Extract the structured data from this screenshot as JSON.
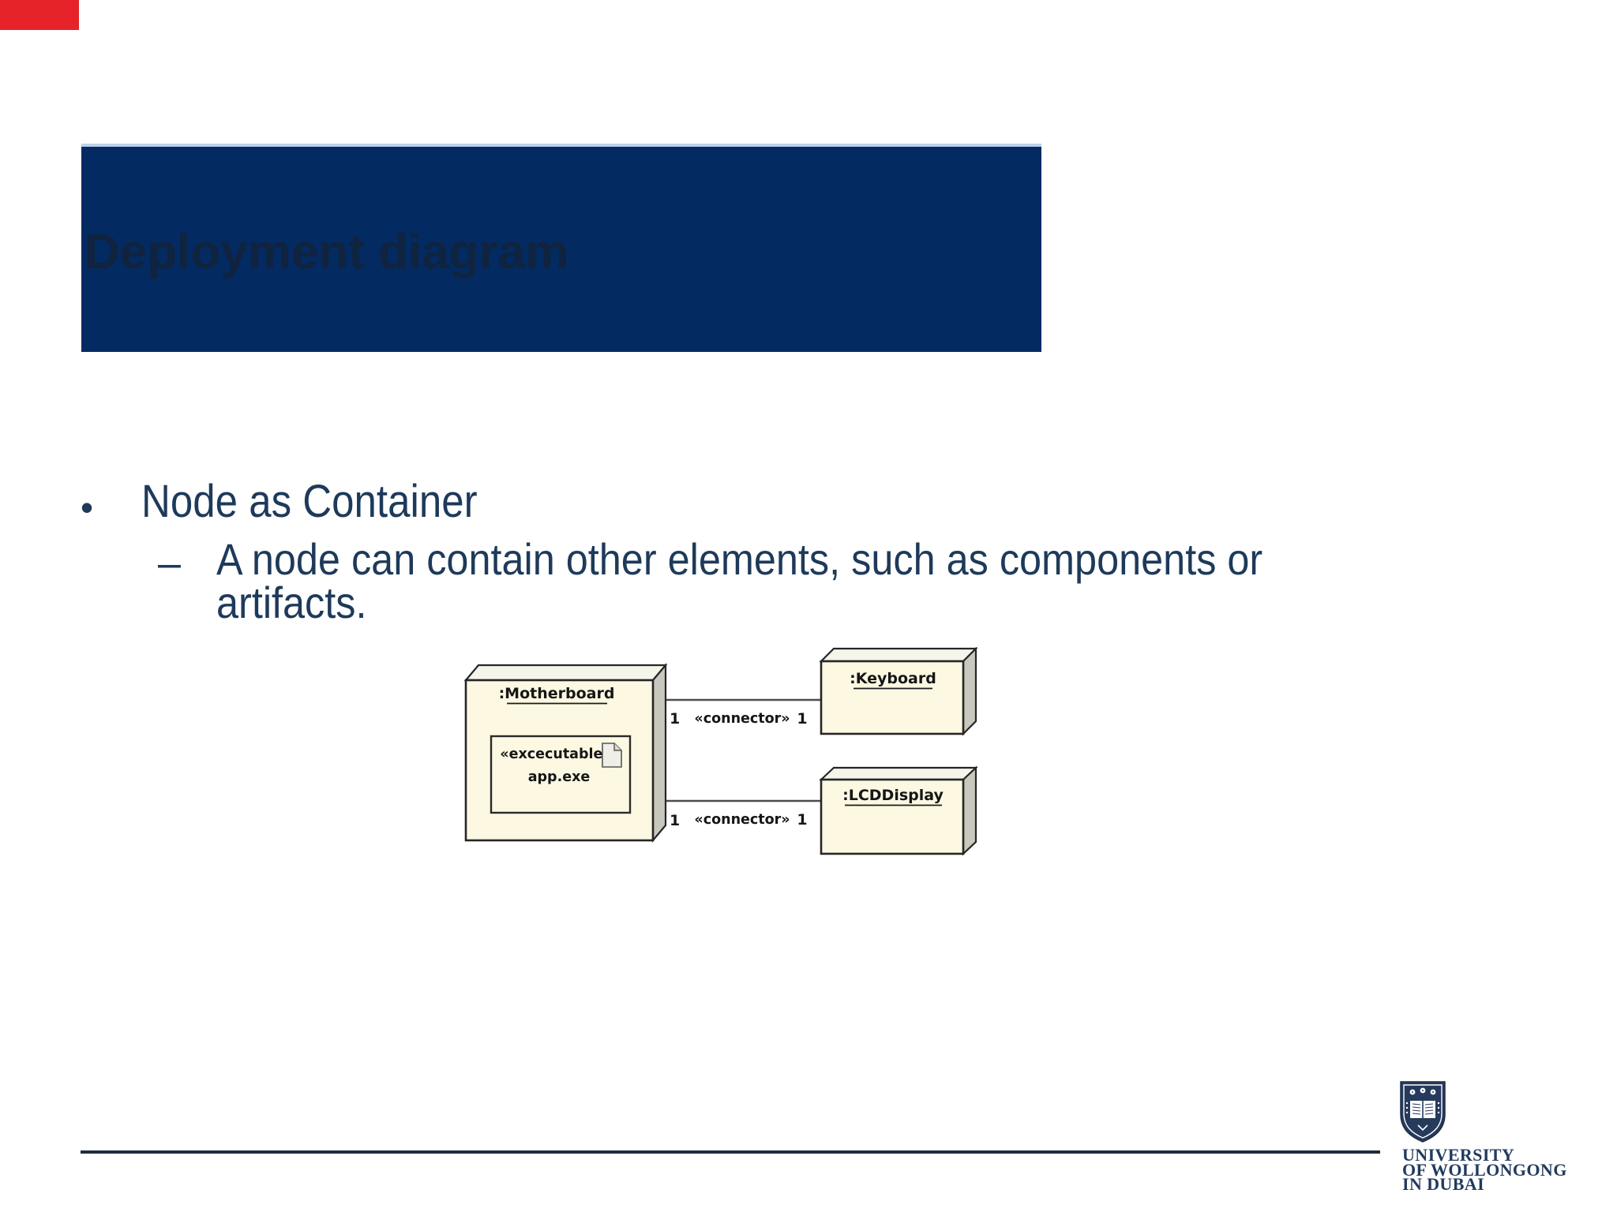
{
  "slide": {
    "title": "Deployment diagram",
    "body": {
      "bullet_marker": "•",
      "bullet_text": "Node as Container",
      "sub_marker": "–",
      "sub_text": "A node can contain other elements, such as components or artifacts."
    }
  },
  "diagram": {
    "nodes": {
      "motherboard": ":Motherboard",
      "keyboard": ":Keyboard",
      "lcd": ":LCDDisplay"
    },
    "artifact": {
      "stereotype": "«excecutable»",
      "name": "app.exe"
    },
    "connector": {
      "stereotype": "«connector»",
      "multiplicity": "1"
    }
  },
  "footer": {
    "logo_text": [
      "UNIVERSITY",
      "OF WOLLONGONG",
      "IN DUBAI"
    ]
  },
  "colors": {
    "title_bar_navy": "#042a62",
    "title_text": "#10233f",
    "body_text": "#1e3a5a",
    "corner_accent_red": "#e52329",
    "node_fill_cream": "#fcf8e2",
    "bottom_rule": "#1d2d3d",
    "logo_navy": "#223a5e"
  }
}
